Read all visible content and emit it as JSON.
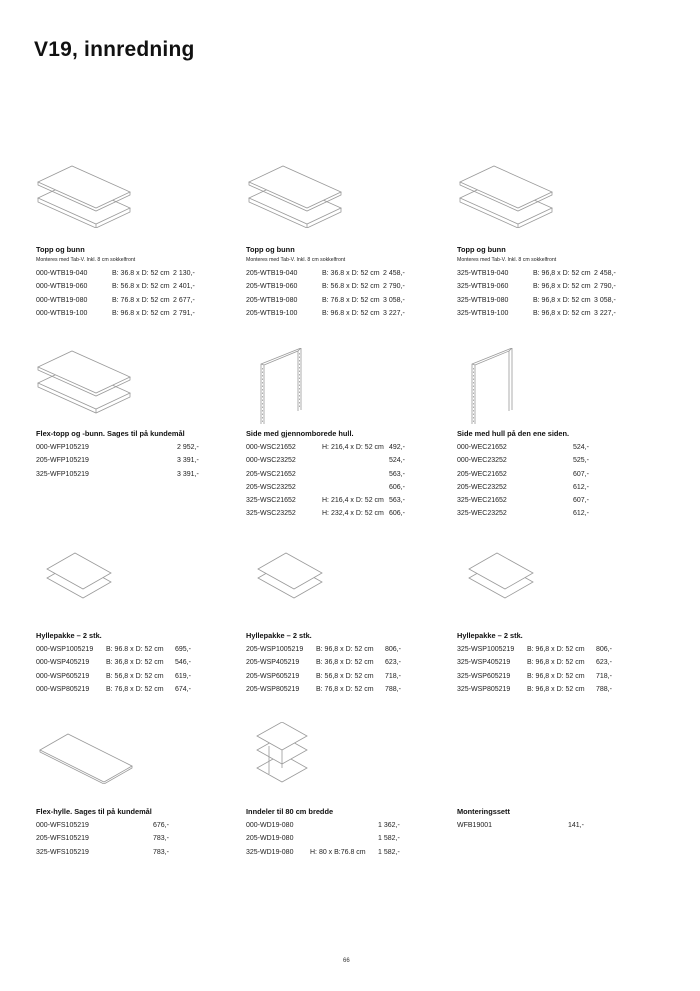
{
  "page": {
    "title": "V19, innredning",
    "page_number": "66"
  },
  "sections": [
    {
      "heading": "Topp og bunn",
      "subheading": "Monteres med Tab-V. Inkl. 8 cm sokkelfront",
      "illustration": "stacked-panels-icon",
      "rows": [
        {
          "code": "000-WTB19-040",
          "dim": "B: 36.8 x D: 52 cm",
          "price": "2 130,-"
        },
        {
          "code": "000-WTB19-060",
          "dim": "B: 56.8 x D: 52 cm",
          "price": "2 401,-"
        },
        {
          "code": "000-WTB19-080",
          "dim": "B: 76.8 x D: 52 cm",
          "price": "2 677,-"
        },
        {
          "code": "000-WTB19-100",
          "dim": "B: 96.8 x D: 52 cm",
          "price": "2 791,-"
        }
      ]
    },
    {
      "heading": "Topp og bunn",
      "subheading": "Monteres med Tab-V. Inkl. 8 cm sokkelfront",
      "illustration": "stacked-panels-icon",
      "rows": [
        {
          "code": "205-WTB19-040",
          "dim": "B: 36.8 x D: 52 cm",
          "price": "2 458,-"
        },
        {
          "code": "205-WTB19-060",
          "dim": "B: 56.8 x D: 52 cm",
          "price": "2 790,-"
        },
        {
          "code": "205-WTB19-080",
          "dim": "B: 76.8 x D: 52 cm",
          "price": "3 058,-"
        },
        {
          "code": "205-WTB19-100",
          "dim": "B: 96.8 x D: 52 cm",
          "price": "3 227,-"
        }
      ]
    },
    {
      "heading": "Topp og bunn",
      "subheading": "Monteres med Tab-V. Inkl. 8 cm sokkelfront",
      "illustration": "stacked-panels-icon",
      "rows": [
        {
          "code": "325-WTB19-040",
          "dim": "B: 96,8 x D: 52 cm",
          "price": "2 458,-"
        },
        {
          "code": "325-WTB19-060",
          "dim": "B: 96,8 x D: 52 cm",
          "price": "2 790,-"
        },
        {
          "code": "325-WTB19-080",
          "dim": "B: 96,8 x D: 52 cm",
          "price": "3 058,-"
        },
        {
          "code": "325-WTB19-100",
          "dim": "B: 96,8 x D: 52 cm",
          "price": "3 227,-"
        }
      ]
    },
    {
      "heading": "Flex-topp og -bunn. Sages til på kundemål",
      "illustration": "stacked-panels-icon",
      "rows": [
        {
          "code": "000-WFP105219",
          "dim": "",
          "price": "2 952,-"
        },
        {
          "code": "205-WFP105219",
          "dim": "",
          "price": "3 391,-"
        },
        {
          "code": "325-WFP105219",
          "dim": "",
          "price": "3 391,-"
        }
      ]
    },
    {
      "heading": "Side med gjennomborede hull.",
      "illustration": "side-panel-icon",
      "rows": [
        {
          "code": "000-WSC21652",
          "dim": "H: 216,4 x D: 52 cm",
          "price": "492,-"
        },
        {
          "code": "000-WSC23252",
          "dim": "",
          "price": "524,-"
        },
        {
          "code": "205-WSC21652",
          "dim": "",
          "price": "563,-"
        },
        {
          "code": "205-WSC23252",
          "dim": "",
          "price": "606,-"
        },
        {
          "code": "325-WSC21652",
          "dim": "H: 216,4 x D: 52 cm",
          "price": "563,-"
        },
        {
          "code": "325-WSC23252",
          "dim": "H: 232,4 x D: 52 cm",
          "price": "606,-"
        }
      ]
    },
    {
      "heading": "Side med hull på den ene siden.",
      "illustration": "side-panel-icon",
      "rows": [
        {
          "code": "000-WEC21652",
          "dim": "",
          "price": "524,-"
        },
        {
          "code": "000-WEC23252",
          "dim": "",
          "price": "525,-"
        },
        {
          "code": "205-WEC21652",
          "dim": "",
          "price": "607,-"
        },
        {
          "code": "205-WEC23252",
          "dim": "",
          "price": "612,-"
        },
        {
          "code": "325-WEC21652",
          "dim": "",
          "price": "607,-"
        },
        {
          "code": "325-WEC23252",
          "dim": "",
          "price": "612,-"
        }
      ]
    },
    {
      "heading": "Hyllepakke – 2 stk.",
      "illustration": "shelf-pack-icon",
      "rows": [
        {
          "code": "000-WSP1005219",
          "dim": "B: 96.8 x D: 52 cm",
          "price": "695,-"
        },
        {
          "code": "000-WSP405219",
          "dim": "B: 36,8 x D: 52 cm",
          "price": "546,-"
        },
        {
          "code": "000-WSP605219",
          "dim": "B: 56,8 x D: 52 cm",
          "price": "619,-"
        },
        {
          "code": "000-WSP805219",
          "dim": "B: 76,8 x D: 52 cm",
          "price": "674,-"
        }
      ]
    },
    {
      "heading": "Hyllepakke – 2 stk.",
      "illustration": "shelf-pack-icon",
      "rows": [
        {
          "code": "205-WSP1005219",
          "dim": "B: 96,8 x D: 52 cm",
          "price": "806,-"
        },
        {
          "code": "205-WSP405219",
          "dim": "B: 36,8 x D: 52 cm",
          "price": "623,-"
        },
        {
          "code": "205-WSP605219",
          "dim": "B: 56,8 x D: 52 cm",
          "price": "718,-"
        },
        {
          "code": "205-WSP805219",
          "dim": "B: 76,8 x D: 52 cm",
          "price": "788,-"
        }
      ]
    },
    {
      "heading": "Hyllepakke – 2 stk.",
      "illustration": "shelf-pack-icon",
      "rows": [
        {
          "code": "325-WSP1005219",
          "dim": "B: 96,8 x D: 52 cm",
          "price": "806,-"
        },
        {
          "code": "325-WSP405219",
          "dim": "B: 96,8 x D: 52 cm",
          "price": "623,-"
        },
        {
          "code": "325-WSP605219",
          "dim": "B: 96,8 x D: 52 cm",
          "price": "718,-"
        },
        {
          "code": "325-WSP805219",
          "dim": "B: 96,8 x D: 52 cm",
          "price": "788,-"
        }
      ]
    },
    {
      "heading": "Flex-hylle. Sages til på kundemål",
      "illustration": "flex-shelf-icon",
      "rows": [
        {
          "code": "000-WFS105219",
          "dim": "",
          "price": "676,-"
        },
        {
          "code": "205-WFS105219",
          "dim": "",
          "price": "783,-"
        },
        {
          "code": "325-WFS105219",
          "dim": "",
          "price": "783,-"
        }
      ]
    },
    {
      "heading": "Inndeler til 80 cm bredde",
      "illustration": "divider-icon",
      "rows": [
        {
          "code": "000-WD19-080",
          "dim": "",
          "price": "1 362,-"
        },
        {
          "code": "205-WD19-080",
          "dim": "",
          "price": "1 582,-"
        },
        {
          "code": "325-WD19-080",
          "dim": "H: 80 x B:76.8 cm",
          "price": "1 582,-"
        }
      ]
    },
    {
      "heading": "Monteringssett",
      "illustration": "",
      "rows": [
        {
          "code": "WFB19001",
          "dim": "",
          "price": "141,-"
        }
      ]
    }
  ]
}
